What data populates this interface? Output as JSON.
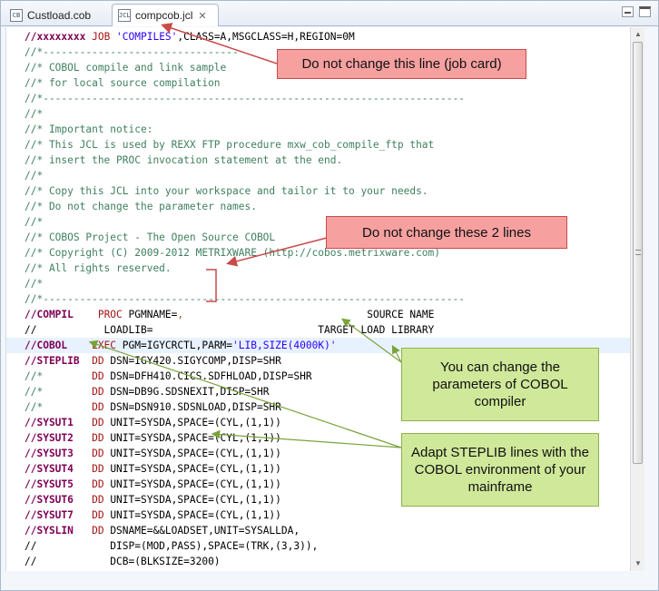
{
  "tabs": [
    {
      "label": "Custload.cob",
      "icon": "cobol-file-icon",
      "active": false
    },
    {
      "label": "compcob.jcl",
      "icon": "jcl-file-icon",
      "active": true
    }
  ],
  "code_lines": [
    [
      [
        "label",
        "//xxxxxxxx "
      ],
      [
        "keyword",
        "JOB "
      ],
      [
        "string",
        "'COMPILES'"
      ],
      [
        "plain",
        ",CLASS=A,MSGCLASS=H,REGION=0M"
      ]
    ],
    [
      [
        "comment",
        "//*--------------------------------"
      ]
    ],
    [
      [
        "comment",
        "//* COBOL compile and link sample"
      ]
    ],
    [
      [
        "comment",
        "//* for local source compilation"
      ]
    ],
    [
      [
        "comment",
        "//*---------------------------------------------------------------------"
      ]
    ],
    [
      [
        "comment",
        "//*"
      ]
    ],
    [
      [
        "comment",
        "//* Important notice:"
      ]
    ],
    [
      [
        "comment",
        "//* This JCL is used by REXX FTP procedure mxw_cob_compile_ftp that"
      ]
    ],
    [
      [
        "comment",
        "//* insert the PROC invocation statement at the end."
      ]
    ],
    [
      [
        "comment",
        "//*"
      ]
    ],
    [
      [
        "comment",
        "//* Copy this JCL into your workspace and tailor it to your needs."
      ]
    ],
    [
      [
        "comment",
        "//* Do not change the parameter names."
      ]
    ],
    [
      [
        "comment",
        "//*"
      ]
    ],
    [
      [
        "comment",
        "//* COBOS Project - The Open Source COBOL"
      ]
    ],
    [
      [
        "comment",
        "//* Copyright (C) 2009-2012 METRIXWARE (http://cobos.metrixware.com)"
      ]
    ],
    [
      [
        "comment",
        "//* All rights reserved."
      ]
    ],
    [
      [
        "comment",
        "//*"
      ]
    ],
    [
      [
        "comment",
        "//*---------------------------------------------------------------------"
      ]
    ],
    [
      [
        "label",
        "//COMPIL    "
      ],
      [
        "keyword",
        "PROC "
      ],
      [
        "plain",
        "PGMNAME="
      ],
      [
        "operand",
        ","
      ],
      [
        "plain",
        "                              SOURCE NAME"
      ]
    ],
    [
      [
        "plain",
        "//           LOADLIB="
      ],
      [
        "plain",
        "                           TARGET LOAD LIBRARY"
      ]
    ],
    [
      [
        "label",
        "//COBOL    "
      ],
      [
        "keyword",
        "EXEC "
      ],
      [
        "plain",
        "PGM=IGYCRCTL,PARM="
      ],
      [
        "string",
        "'LIB,SIZE(4000K)'"
      ]
    ],
    [
      [
        "label",
        "//STEPLIB  "
      ],
      [
        "keyword",
        "DD "
      ],
      [
        "plain",
        "DSN=IGY420.SIGYCOMP,DISP=SHR"
      ]
    ],
    [
      [
        "comment",
        "//*        "
      ],
      [
        "keyword",
        "DD "
      ],
      [
        "plain",
        "DSN=DFH410.CICS.SDFHLOAD,DISP=SHR"
      ]
    ],
    [
      [
        "comment",
        "//*        "
      ],
      [
        "keyword",
        "DD "
      ],
      [
        "plain",
        "DSN=DB9G.SDSNEXIT,DISP=SHR"
      ]
    ],
    [
      [
        "comment",
        "//*        "
      ],
      [
        "keyword",
        "DD "
      ],
      [
        "plain",
        "DSN=DSN910.SDSNLOAD,DISP=SHR"
      ]
    ],
    [
      [
        "label",
        "//SYSUT1   "
      ],
      [
        "keyword",
        "DD "
      ],
      [
        "plain",
        "UNIT=SYSDA,SPACE=(CYL,(1,1))"
      ]
    ],
    [
      [
        "label",
        "//SYSUT2   "
      ],
      [
        "keyword",
        "DD "
      ],
      [
        "plain",
        "UNIT=SYSDA,SPACE=(CYL,(1,1))"
      ]
    ],
    [
      [
        "label",
        "//SYSUT3   "
      ],
      [
        "keyword",
        "DD "
      ],
      [
        "plain",
        "UNIT=SYSDA,SPACE=(CYL,(1,1))"
      ]
    ],
    [
      [
        "label",
        "//SYSUT4   "
      ],
      [
        "keyword",
        "DD "
      ],
      [
        "plain",
        "UNIT=SYSDA,SPACE=(CYL,(1,1))"
      ]
    ],
    [
      [
        "label",
        "//SYSUT5   "
      ],
      [
        "keyword",
        "DD "
      ],
      [
        "plain",
        "UNIT=SYSDA,SPACE=(CYL,(1,1))"
      ]
    ],
    [
      [
        "label",
        "//SYSUT6   "
      ],
      [
        "keyword",
        "DD "
      ],
      [
        "plain",
        "UNIT=SYSDA,SPACE=(CYL,(1,1))"
      ]
    ],
    [
      [
        "label",
        "//SYSUT7   "
      ],
      [
        "keyword",
        "DD "
      ],
      [
        "plain",
        "UNIT=SYSDA,SPACE=(CYL,(1,1))"
      ]
    ],
    [
      [
        "label",
        "//SYSLIN   "
      ],
      [
        "keyword",
        "DD "
      ],
      [
        "plain",
        "DSNAME=&&LOADSET,UNIT=SYSALLDA,"
      ]
    ],
    [
      [
        "plain",
        "//            DISP=(MOD,PASS),SPACE=(TRK,(3,3)),"
      ]
    ],
    [
      [
        "plain",
        "//            DCB=(BLKSIZE=3200)"
      ]
    ]
  ],
  "current_line": 20,
  "callouts": {
    "job_card": "Do not change this line (job card)",
    "two_lines": "Do not change these 2 lines",
    "cobol_params": "You can change the parameters of COBOL compiler",
    "steplib": "Adapt STEPLIB lines with the COBOL environment of your mainframe"
  },
  "colors": {
    "comment": "#3f7f5f",
    "label": "#7f0055",
    "keyword": "#a31515",
    "string": "#2a00ff",
    "callout_red": "#f6a0a0",
    "callout_green": "#cfe89a"
  }
}
